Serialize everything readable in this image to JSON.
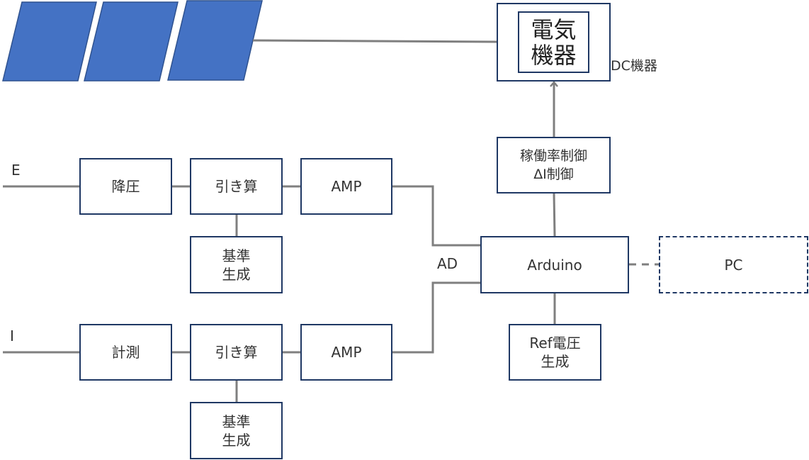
{
  "colors": {
    "panel_fill": "#4472c4",
    "panel_stroke": "#2f528f",
    "line": "#7f7f7f",
    "box_border": "#1f3864"
  },
  "labels": {
    "e_input": "E",
    "i_input": "I",
    "ad": "AD",
    "dc_device": "DC機器"
  },
  "blocks": {
    "appliance": "電気\n機器",
    "duty_control": "稼働率制御\nΔI制御",
    "step_down": "降圧",
    "subtract_e": "引き算",
    "amp_e": "AMP",
    "ref_gen_e": "基準\n生成",
    "arduino": "Arduino",
    "pc": "PC",
    "ref_voltage": "Ref電圧\n生成",
    "measure": "計測",
    "subtract_i": "引き算",
    "amp_i": "AMP",
    "ref_gen_i": "基準\n生成"
  }
}
